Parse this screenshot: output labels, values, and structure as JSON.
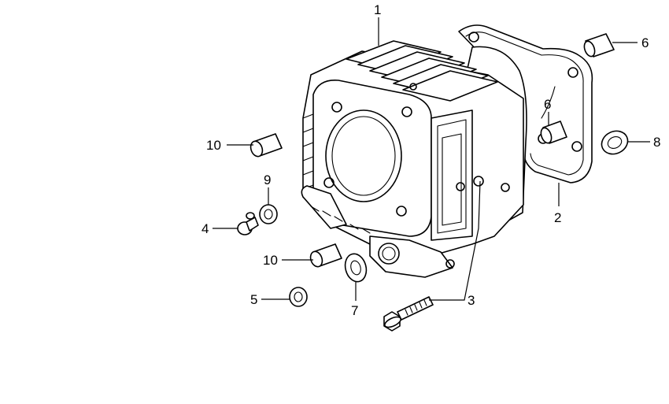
{
  "callouts": {
    "c1": "1",
    "c2": "2",
    "c3": "3",
    "c4": "4",
    "c5": "5",
    "c6a": "6",
    "c6b": "6",
    "c7": "7",
    "c8": "8",
    "c9": "9",
    "c10a": "10",
    "c10b": "10"
  },
  "parts": [
    {
      "ref": "1",
      "icon": "cylinder-block-icon"
    },
    {
      "ref": "2",
      "icon": "cylinder-gasket-icon"
    },
    {
      "ref": "3",
      "icon": "flange-bolt-icon"
    },
    {
      "ref": "4",
      "icon": "bolt-icon"
    },
    {
      "ref": "5",
      "icon": "washer-icon"
    },
    {
      "ref": "6",
      "icon": "dowel-pin-icon"
    },
    {
      "ref": "7",
      "icon": "washer-icon"
    },
    {
      "ref": "8",
      "icon": "washer-icon"
    },
    {
      "ref": "9",
      "icon": "washer-icon"
    },
    {
      "ref": "10",
      "icon": "dowel-pin-icon"
    }
  ]
}
